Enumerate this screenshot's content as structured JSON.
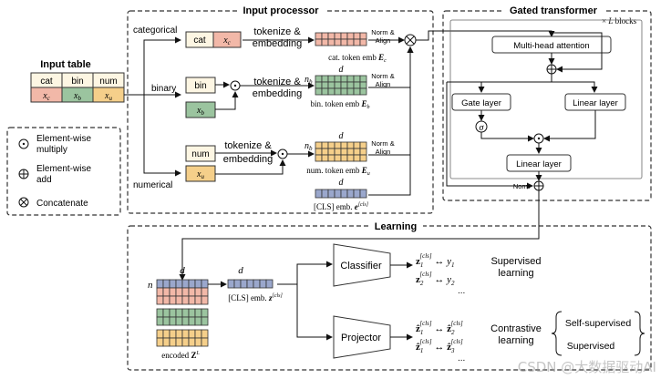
{
  "input_table": {
    "title": "Input table",
    "headers": [
      "cat",
      "bin",
      "num"
    ],
    "cells": [
      "x_c",
      "x_b",
      "x_u"
    ],
    "colors": {
      "cat": "#f2b8a8",
      "bin": "#9bc49f",
      "num": "#f5cf8a",
      "header": "#fdf6e3"
    }
  },
  "legend": {
    "multiply": "Element-wise\nmultiply",
    "add": "Element-wise\nadd",
    "concat": "Concatenate"
  },
  "input_processor": {
    "title": "Input processor",
    "branch_categorical": "categorical",
    "branch_binary": "binary",
    "branch_numerical": "numerical",
    "cat_label": "cat",
    "cat_x": "x_c",
    "bin_label": "bin",
    "bin_x": "x_b",
    "num_label": "num",
    "num_x": "x_u",
    "tokenize": "tokenize &\nembedding",
    "norm_align": "Norm &\nAlign",
    "cat_emb": "cat. token emb E_c",
    "bin_emb": "bin. token emb E_b",
    "num_emb": "num. token emb E_u",
    "cls_emb": "[CLS] emb. e^[cls]",
    "dim_d": "d",
    "dim_nb": "n_b"
  },
  "gated_transformer": {
    "title": "Gated transformer",
    "blocks": "× L blocks",
    "mha": "Multi-head attention",
    "gate": "Gate layer",
    "linear1": "Linear layer",
    "linear2": "Linear layer",
    "norm": "Norm"
  },
  "learning": {
    "title": "Learning",
    "n": "n",
    "d": "d",
    "encoded": "encoded Z^L",
    "cls_emb": "[CLS] emb. z^[cls]",
    "classifier": "Classifier",
    "projector": "Projector",
    "sup_line1": "z_1^[cls] ↔ y_1",
    "sup_line2": "z_2^[cls] ↔ y_2",
    "sup_dots": "...",
    "sup_label": "Supervised\nlearning",
    "con_line1": "ẑ_1^[cls] ↔ ẑ_2^[cls]",
    "con_line2": "ẑ_1^[cls] ↔ ẑ_3^[cls]",
    "con_dots": "...",
    "con_label": "Contrastive\nlearning",
    "self_supervised": "Self-supervised",
    "supervised": "Supervised"
  },
  "watermark": "CSDN @大数据驱动AI"
}
